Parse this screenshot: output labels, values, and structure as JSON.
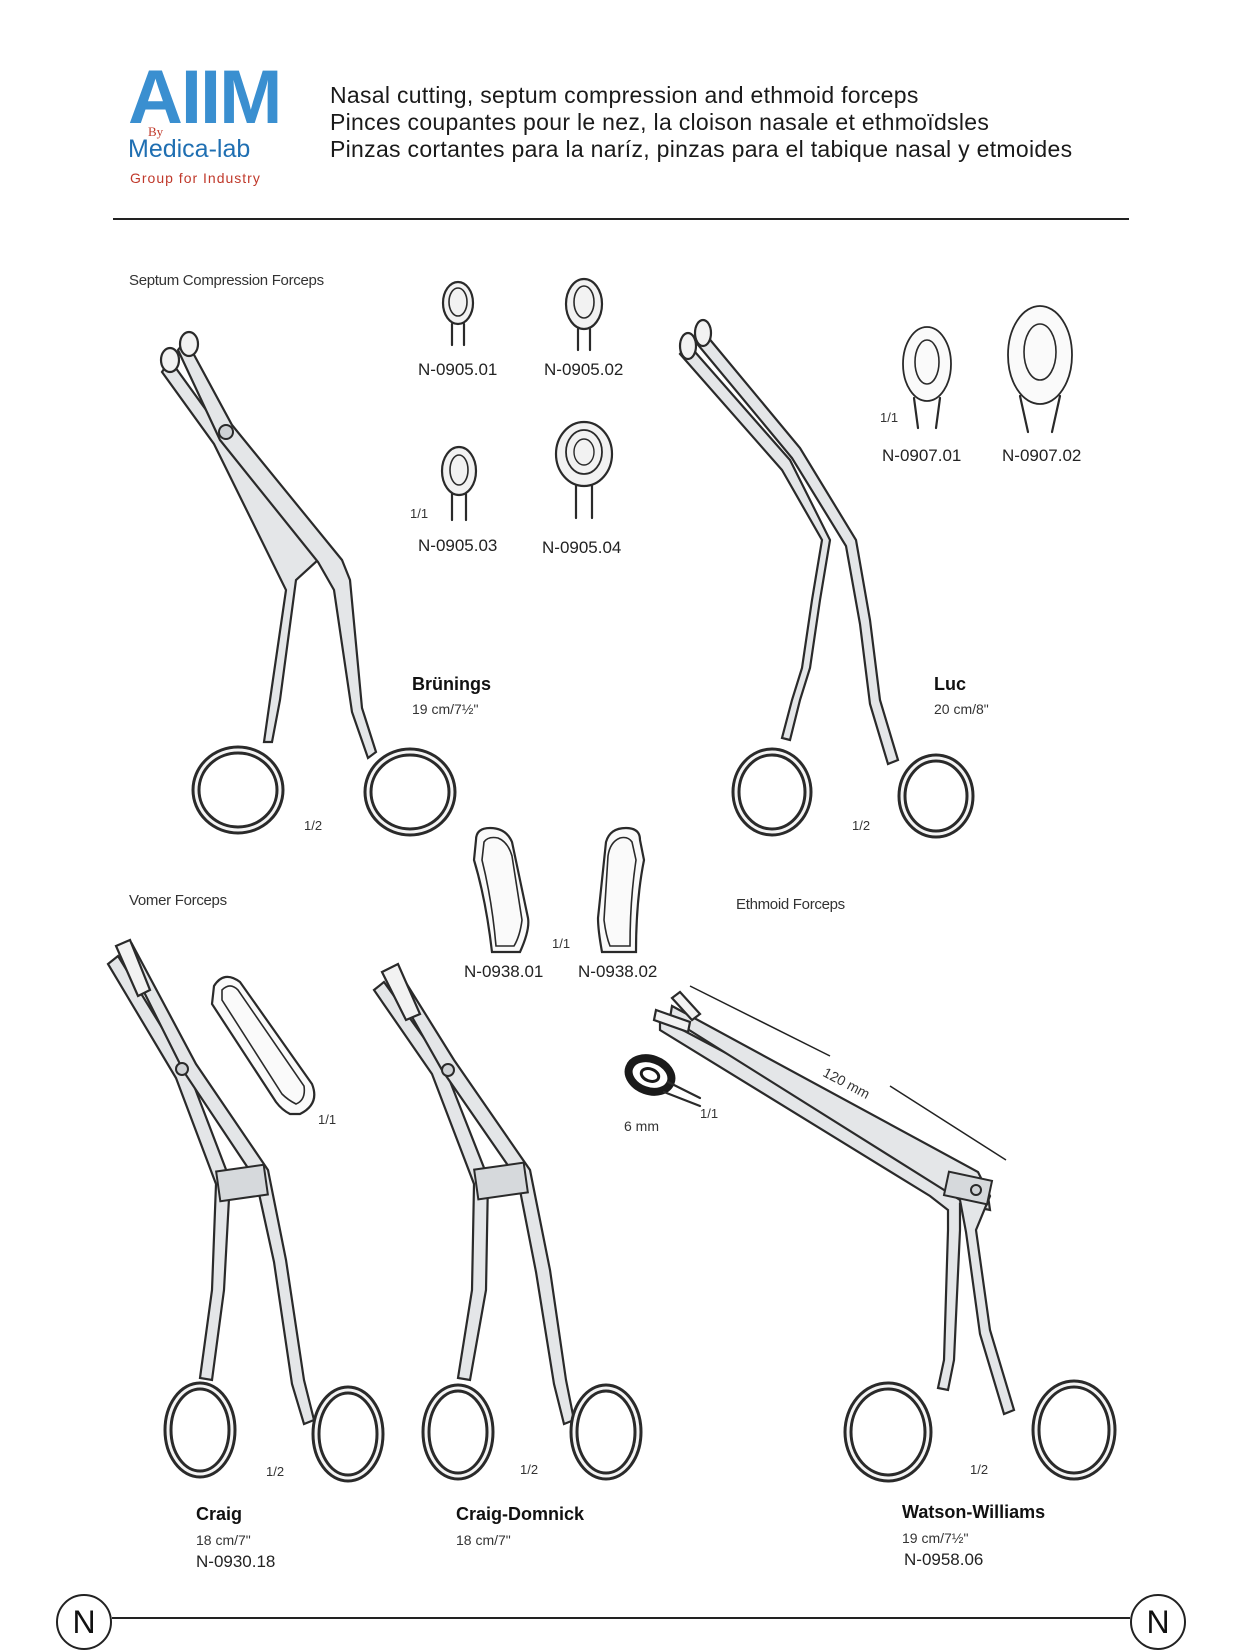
{
  "logo": {
    "main": "AIIM",
    "by": "By",
    "sub": "Medica-lab",
    "tagline": "Group for Industry"
  },
  "header": {
    "title_en": "Nasal cutting, septum compression and ethmoid forceps",
    "title_fr": "Pinces coupantes pour le nez, la cloison nasale et ethmoïdsles",
    "title_es": "Pinzas cortantes para la naríz, pinzas para el tabique nasal y etmoides"
  },
  "sections": {
    "septum": "Septum Compression Forceps",
    "vomer": "Vomer Forceps",
    "ethmoid": "Ethmoid Forceps"
  },
  "tip_codes": {
    "c1": "N-0905.01",
    "c2": "N-0905.02",
    "c3": "N-0905.03",
    "c4": "N-0905.04",
    "c5": "N-0907.01",
    "c6": "N-0907.02",
    "c7": "N-0938.01",
    "c8": "N-0938.02"
  },
  "scales": {
    "full": "1/1",
    "half": "1/2"
  },
  "instruments": {
    "brunings": {
      "name": "Brünings",
      "size": "19 cm/7½\""
    },
    "luc": {
      "name": "Luc",
      "size": "20 cm/8\""
    },
    "craig": {
      "name": "Craig",
      "size": "18 cm/7\"",
      "code": "N-0930.18"
    },
    "craig_domnick": {
      "name": "Craig-Domnick",
      "size": "18 cm/7\""
    },
    "watson_williams": {
      "name": "Watson-Williams",
      "size": "19 cm/7½\"",
      "code": "N-0958.06"
    }
  },
  "measures": {
    "length": "120 mm",
    "width": "6 mm"
  },
  "footer": {
    "letter_left": "N",
    "letter_right": "N"
  }
}
